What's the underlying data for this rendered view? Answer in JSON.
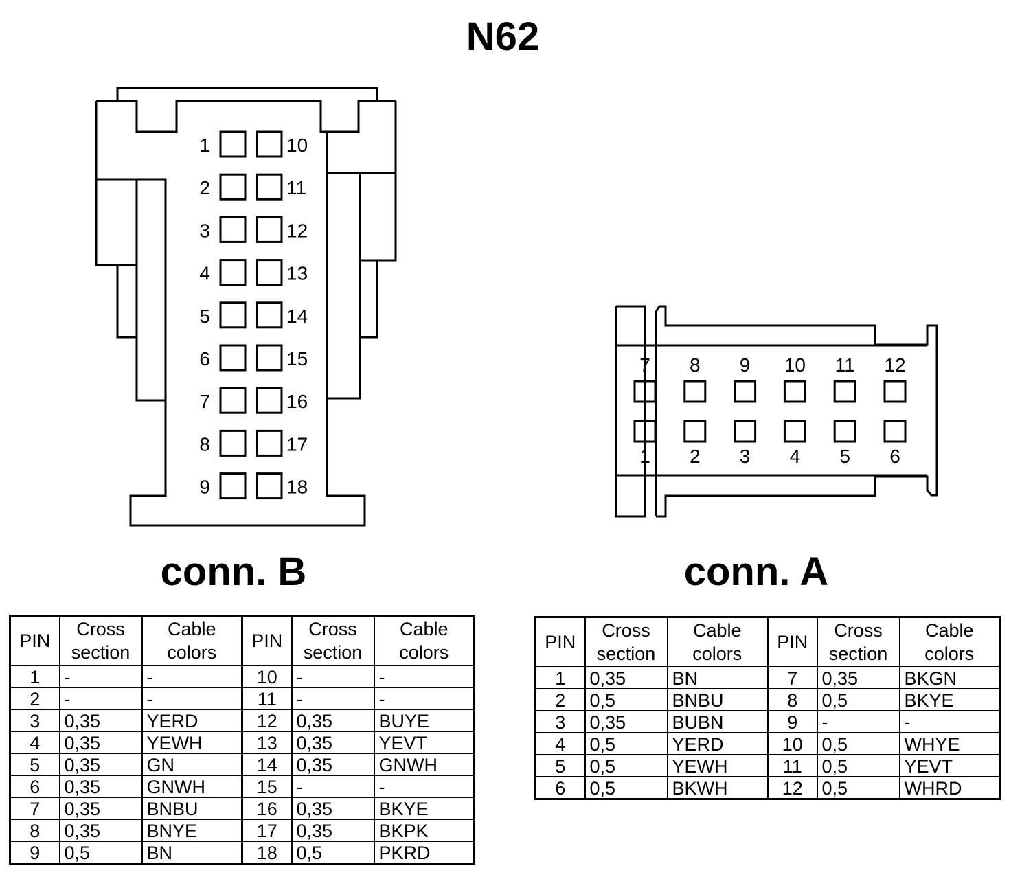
{
  "title": "N62",
  "connector_b": {
    "label": "conn. B",
    "left_pins": [
      "1",
      "2",
      "3",
      "4",
      "5",
      "6",
      "7",
      "8",
      "9"
    ],
    "right_pins": [
      "10",
      "11",
      "12",
      "13",
      "14",
      "15",
      "16",
      "17",
      "18"
    ]
  },
  "connector_a": {
    "label": "conn. A",
    "top_pins": [
      "7",
      "8",
      "9",
      "10",
      "11",
      "12"
    ],
    "bottom_pins": [
      "1",
      "2",
      "3",
      "4",
      "5",
      "6"
    ]
  },
  "table_headers": {
    "pin": "PIN",
    "cross_l1": "Cross",
    "cross_l2": "section",
    "color_l1": "Cable",
    "color_l2": "colors"
  },
  "table_b": [
    {
      "pin": "1",
      "cs": "-",
      "col": "-",
      "pin2": "10",
      "cs2": "-",
      "col2": "-"
    },
    {
      "pin": "2",
      "cs": "-",
      "col": "-",
      "pin2": "11",
      "cs2": "-",
      "col2": "-"
    },
    {
      "pin": "3",
      "cs": "0,35",
      "col": "YERD",
      "pin2": "12",
      "cs2": "0,35",
      "col2": "BUYE"
    },
    {
      "pin": "4",
      "cs": "0,35",
      "col": "YEWH",
      "pin2": "13",
      "cs2": "0,35",
      "col2": "YEVT"
    },
    {
      "pin": "5",
      "cs": "0,35",
      "col": "GN",
      "pin2": "14",
      "cs2": "0,35",
      "col2": "GNWH"
    },
    {
      "pin": "6",
      "cs": "0,35",
      "col": "GNWH",
      "pin2": "15",
      "cs2": "-",
      "col2": "-"
    },
    {
      "pin": "7",
      "cs": "0,35",
      "col": "BNBU",
      "pin2": "16",
      "cs2": "0,35",
      "col2": "BKYE"
    },
    {
      "pin": "8",
      "cs": "0,35",
      "col": "BNYE",
      "pin2": "17",
      "cs2": "0,35",
      "col2": "BKPK"
    },
    {
      "pin": "9",
      "cs": "0,5",
      "col": "BN",
      "pin2": "18",
      "cs2": "0,5",
      "col2": "PKRD"
    }
  ],
  "table_a": [
    {
      "pin": "1",
      "cs": "0,35",
      "col": "BN",
      "pin2": "7",
      "cs2": "0,35",
      "col2": "BKGN"
    },
    {
      "pin": "2",
      "cs": "0,5",
      "col": "BNBU",
      "pin2": "8",
      "cs2": "0,5",
      "col2": "BKYE"
    },
    {
      "pin": "3",
      "cs": "0,35",
      "col": "BUBN",
      "pin2": "9",
      "cs2": "-",
      "col2": "-"
    },
    {
      "pin": "4",
      "cs": "0,5",
      "col": "YERD",
      "pin2": "10",
      "cs2": "0,5",
      "col2": "WHYE"
    },
    {
      "pin": "5",
      "cs": "0,5",
      "col": "YEWH",
      "pin2": "11",
      "cs2": "0,5",
      "col2": "YEVT"
    },
    {
      "pin": "6",
      "cs": "0,5",
      "col": "BKWH",
      "pin2": "12",
      "cs2": "0,5",
      "col2": "WHRD"
    }
  ]
}
